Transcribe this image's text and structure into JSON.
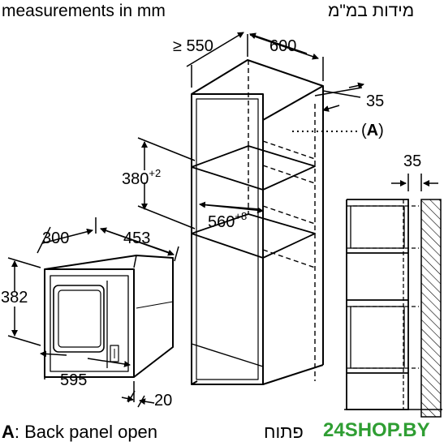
{
  "header": {
    "units_en": "measurements in mm",
    "units_he": "מידות במ\"מ"
  },
  "dimensions": {
    "cabinet_depth": "≥ 550",
    "cabinet_width": "600",
    "back_gap": "35",
    "niche_height": "380",
    "niche_height_tol": "+2",
    "niche_width": "560",
    "niche_width_tol": "+8",
    "oven_depth": "300",
    "oven_width_top": "453",
    "oven_height": "382",
    "oven_width": "595",
    "frame_depth": "20",
    "side_gap": "35"
  },
  "callout": {
    "marker": "(A)",
    "open": "(",
    "letter": "A",
    "close": ")"
  },
  "footer": {
    "legend_letter": "A",
    "legend_text": ": Back panel open",
    "legend_he": "פתוח"
  },
  "watermark": "24SHOP.BY"
}
